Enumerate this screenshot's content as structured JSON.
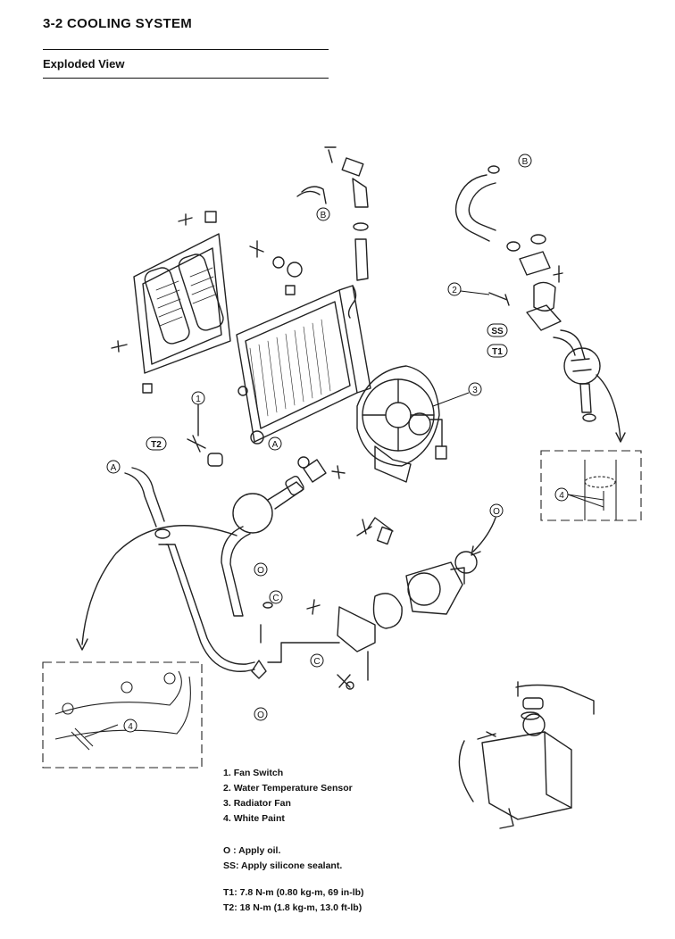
{
  "header": {
    "section_title": "3-2 COOLING SYSTEM",
    "subtitle": "Exploded View"
  },
  "legend": {
    "items": [
      {
        "number": "1.",
        "label": "Fan Switch"
      },
      {
        "number": "2.",
        "label": "Water Temperature Sensor"
      },
      {
        "number": "3.",
        "label": "Radiator Fan"
      },
      {
        "number": "4.",
        "label": "White Paint"
      }
    ]
  },
  "notes": [
    {
      "symbol": "O",
      "text": ": Apply oil."
    },
    {
      "symbol": "SS",
      "text": ": Apply silicone sealant."
    }
  ],
  "torque": [
    {
      "code": "T1",
      "text": ": 7.8 N-m (0.80 kg-m, 69 in-lb)"
    },
    {
      "code": "T2",
      "text": ": 18 N-m (1.8 kg-m, 13.0 ft-lb)"
    }
  ],
  "callouts": {
    "one": "1",
    "two": "2",
    "three": "3",
    "four": "4",
    "A": "A",
    "B": "B",
    "C": "C",
    "O": "O",
    "SS": "SS",
    "T1": "T1",
    "T2": "T2"
  }
}
